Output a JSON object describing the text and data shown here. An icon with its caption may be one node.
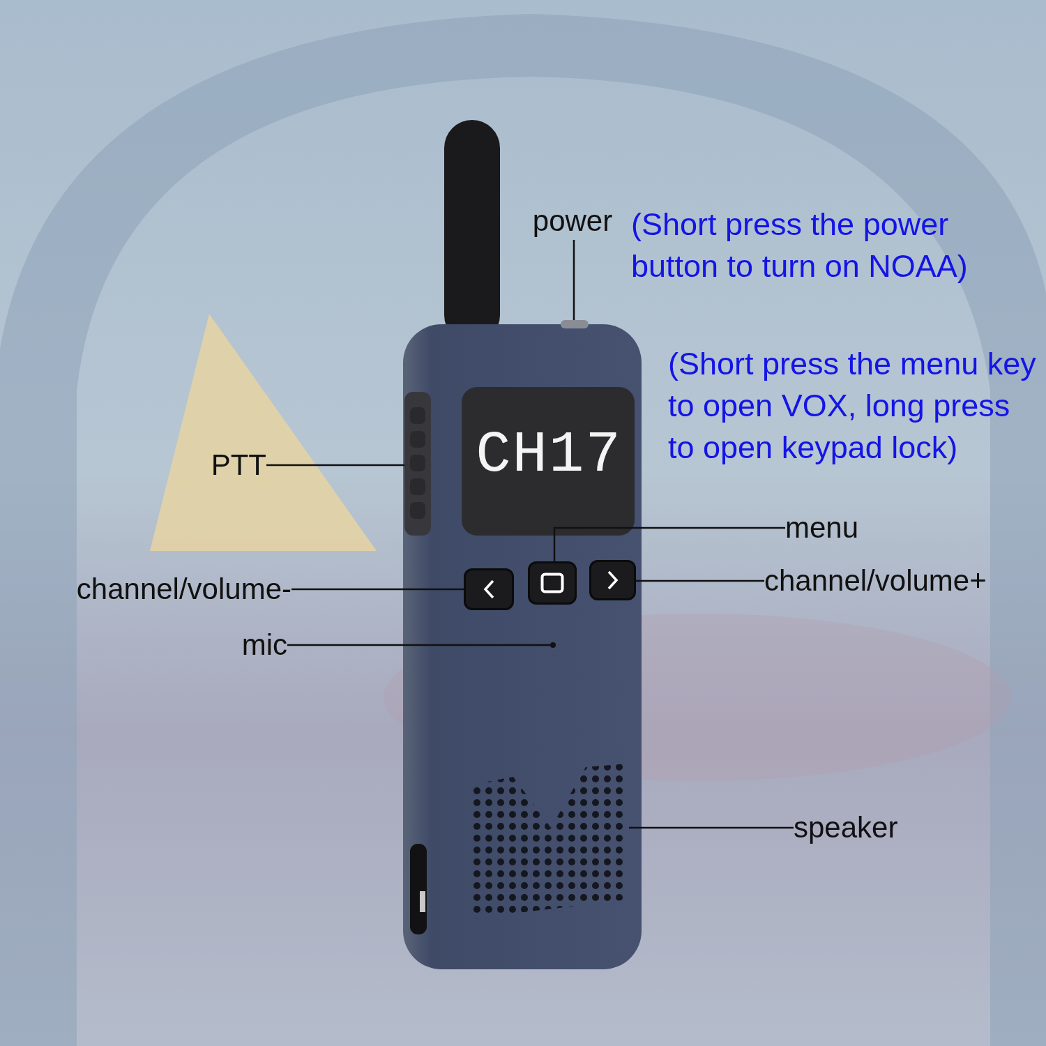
{
  "diagram": {
    "nodes": [
      {
        "text": [
          "power"
        ]
      },
      {
        "text": [],
        "shape": "box"
      },
      {
        "text": [
          "PTT"
        ]
      },
      {
        "text": [],
        "shape": "box"
      },
      {
        "text": [
          "menu"
        ]
      },
      {
        "text": [],
        "shape": "box"
      },
      {
        "text": [
          "channel/volume-"
        ]
      },
      {
        "text": [],
        "shape": "box"
      },
      {
        "text": [
          "channel/volume+"
        ]
      },
      {
        "text": [],
        "shape": "box"
      },
      {
        "text": [
          "mic"
        ]
      },
      {
        "text": [],
        "shape": "circle"
      },
      {
        "text": [
          "speaker"
        ]
      },
      {
        "text": [],
        "shape": "picture"
      }
    ],
    "edges": [
      {
        "from": 0,
        "to": 1,
        "arrow": "none"
      },
      {
        "from": 2,
        "to": 3,
        "arrow": "none"
      },
      {
        "from": 4,
        "to": 5,
        "arrow": "none"
      },
      {
        "from": 6,
        "to": 7,
        "arrow": "none"
      },
      {
        "from": 8,
        "to": 9,
        "arrow": "none"
      },
      {
        "from": 10,
        "to": 11,
        "arrow": "none"
      },
      {
        "from": 12,
        "to": 13,
        "arrow": "none"
      }
    ],
    "labels": [
      "(Short press the power button to turn on NOAA)",
      "(Short press the menu key to open VOX, long press to open keypad lock)",
      "CH17"
    ]
  }
}
